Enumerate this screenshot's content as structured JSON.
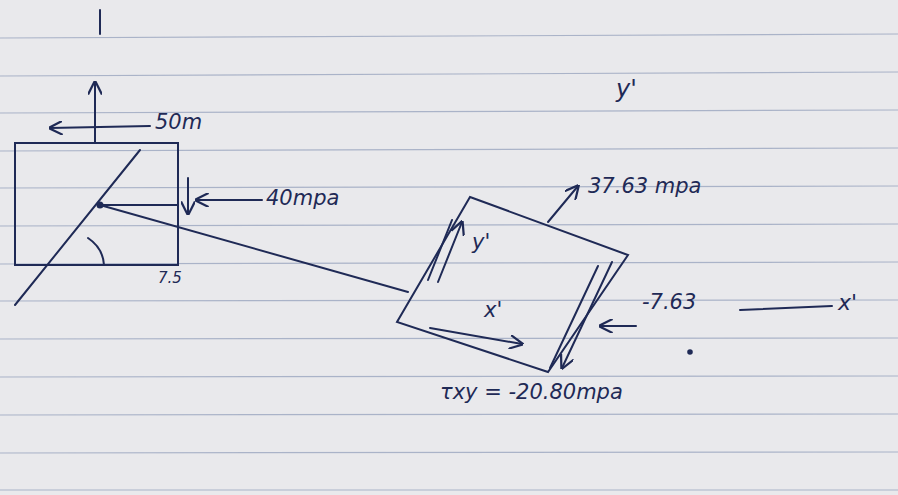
{
  "diagram": {
    "labels": [
      "y'",
      "50m",
      "40mpa",
      "37.63 mpa",
      "y'",
      "7.5",
      "x'",
      "-7.63",
      "x'",
      "τxy = -20.80mpa"
    ]
  }
}
